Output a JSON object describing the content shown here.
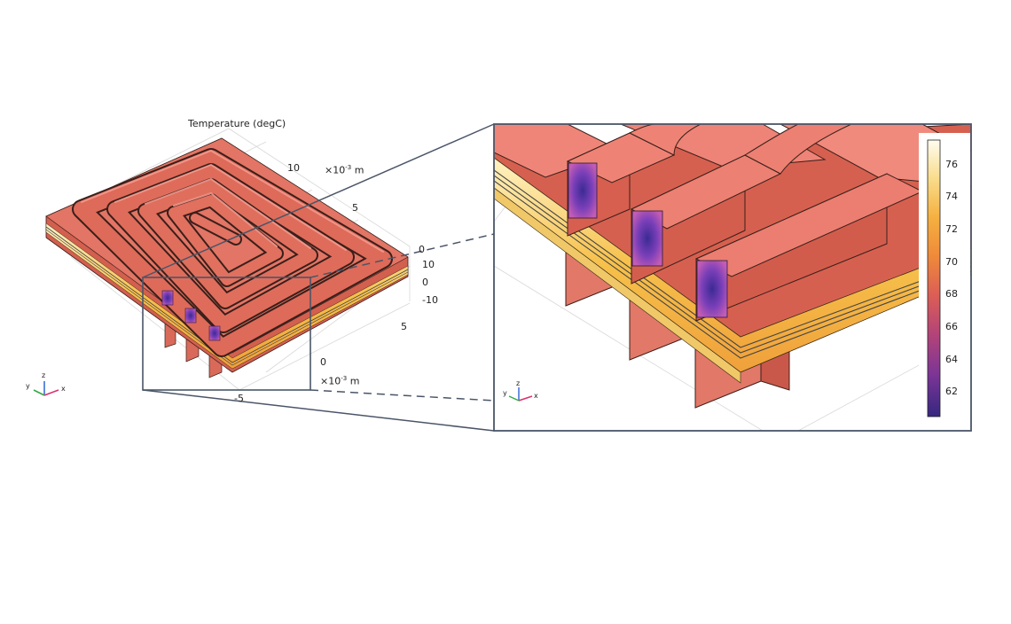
{
  "plot_title": "Temperature (degC)",
  "axes": {
    "unit_prefix": "×10",
    "unit_exp": "-3",
    "unit_suffix": " m",
    "y_ticks": [
      "10",
      "5",
      "0"
    ],
    "z_ticks": [
      "10",
      "0",
      "-10"
    ],
    "x_ticks": [
      "5",
      "0",
      "-5"
    ]
  },
  "triad": {
    "x": "x",
    "y": "y",
    "z": "z"
  },
  "colorbar": {
    "ticks": [
      "76",
      "74",
      "72",
      "70",
      "68",
      "66",
      "64",
      "62"
    ],
    "range": [
      60.5,
      77.5
    ],
    "colors": [
      "#fffbe8",
      "#f9d37a",
      "#f5ac3c",
      "#ee7f3e",
      "#d95a55",
      "#b04376",
      "#7d3696",
      "#3e2a8a"
    ]
  },
  "colors": {
    "copper": "#d35f4f",
    "copper_top": "#ef857a",
    "frame": "#4a5568",
    "hot_layer": "#f4c54a",
    "cold_core": "#5a3aa8"
  }
}
